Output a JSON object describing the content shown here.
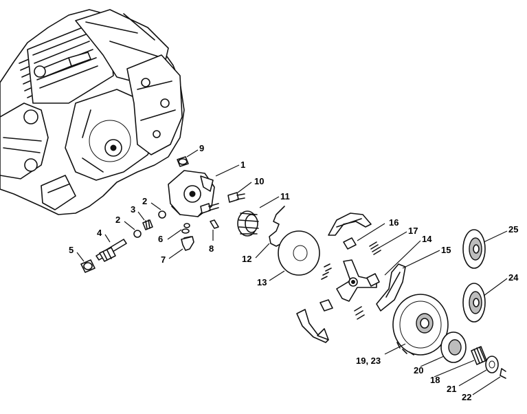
{
  "callouts": [
    {
      "id": "c1",
      "text": "1"
    },
    {
      "id": "c2a",
      "text": "2"
    },
    {
      "id": "c2b",
      "text": "2"
    },
    {
      "id": "c3",
      "text": "3"
    },
    {
      "id": "c4",
      "text": "4"
    },
    {
      "id": "c5",
      "text": "5"
    },
    {
      "id": "c6",
      "text": "6"
    },
    {
      "id": "c7",
      "text": "7"
    },
    {
      "id": "c8",
      "text": "8"
    },
    {
      "id": "c9",
      "text": "9"
    },
    {
      "id": "c10",
      "text": "10"
    },
    {
      "id": "c11",
      "text": "11"
    },
    {
      "id": "c12",
      "text": "12"
    },
    {
      "id": "c13",
      "text": "13"
    },
    {
      "id": "c14",
      "text": "14"
    },
    {
      "id": "c15",
      "text": "15"
    },
    {
      "id": "c16",
      "text": "16"
    },
    {
      "id": "c17",
      "text": "17"
    },
    {
      "id": "c18",
      "text": "18"
    },
    {
      "id": "c1923",
      "text": "19, 23"
    },
    {
      "id": "c20",
      "text": "20"
    },
    {
      "id": "c21",
      "text": "21"
    },
    {
      "id": "c22",
      "text": "22"
    },
    {
      "id": "c24",
      "text": "24"
    },
    {
      "id": "c25",
      "text": "25"
    }
  ]
}
